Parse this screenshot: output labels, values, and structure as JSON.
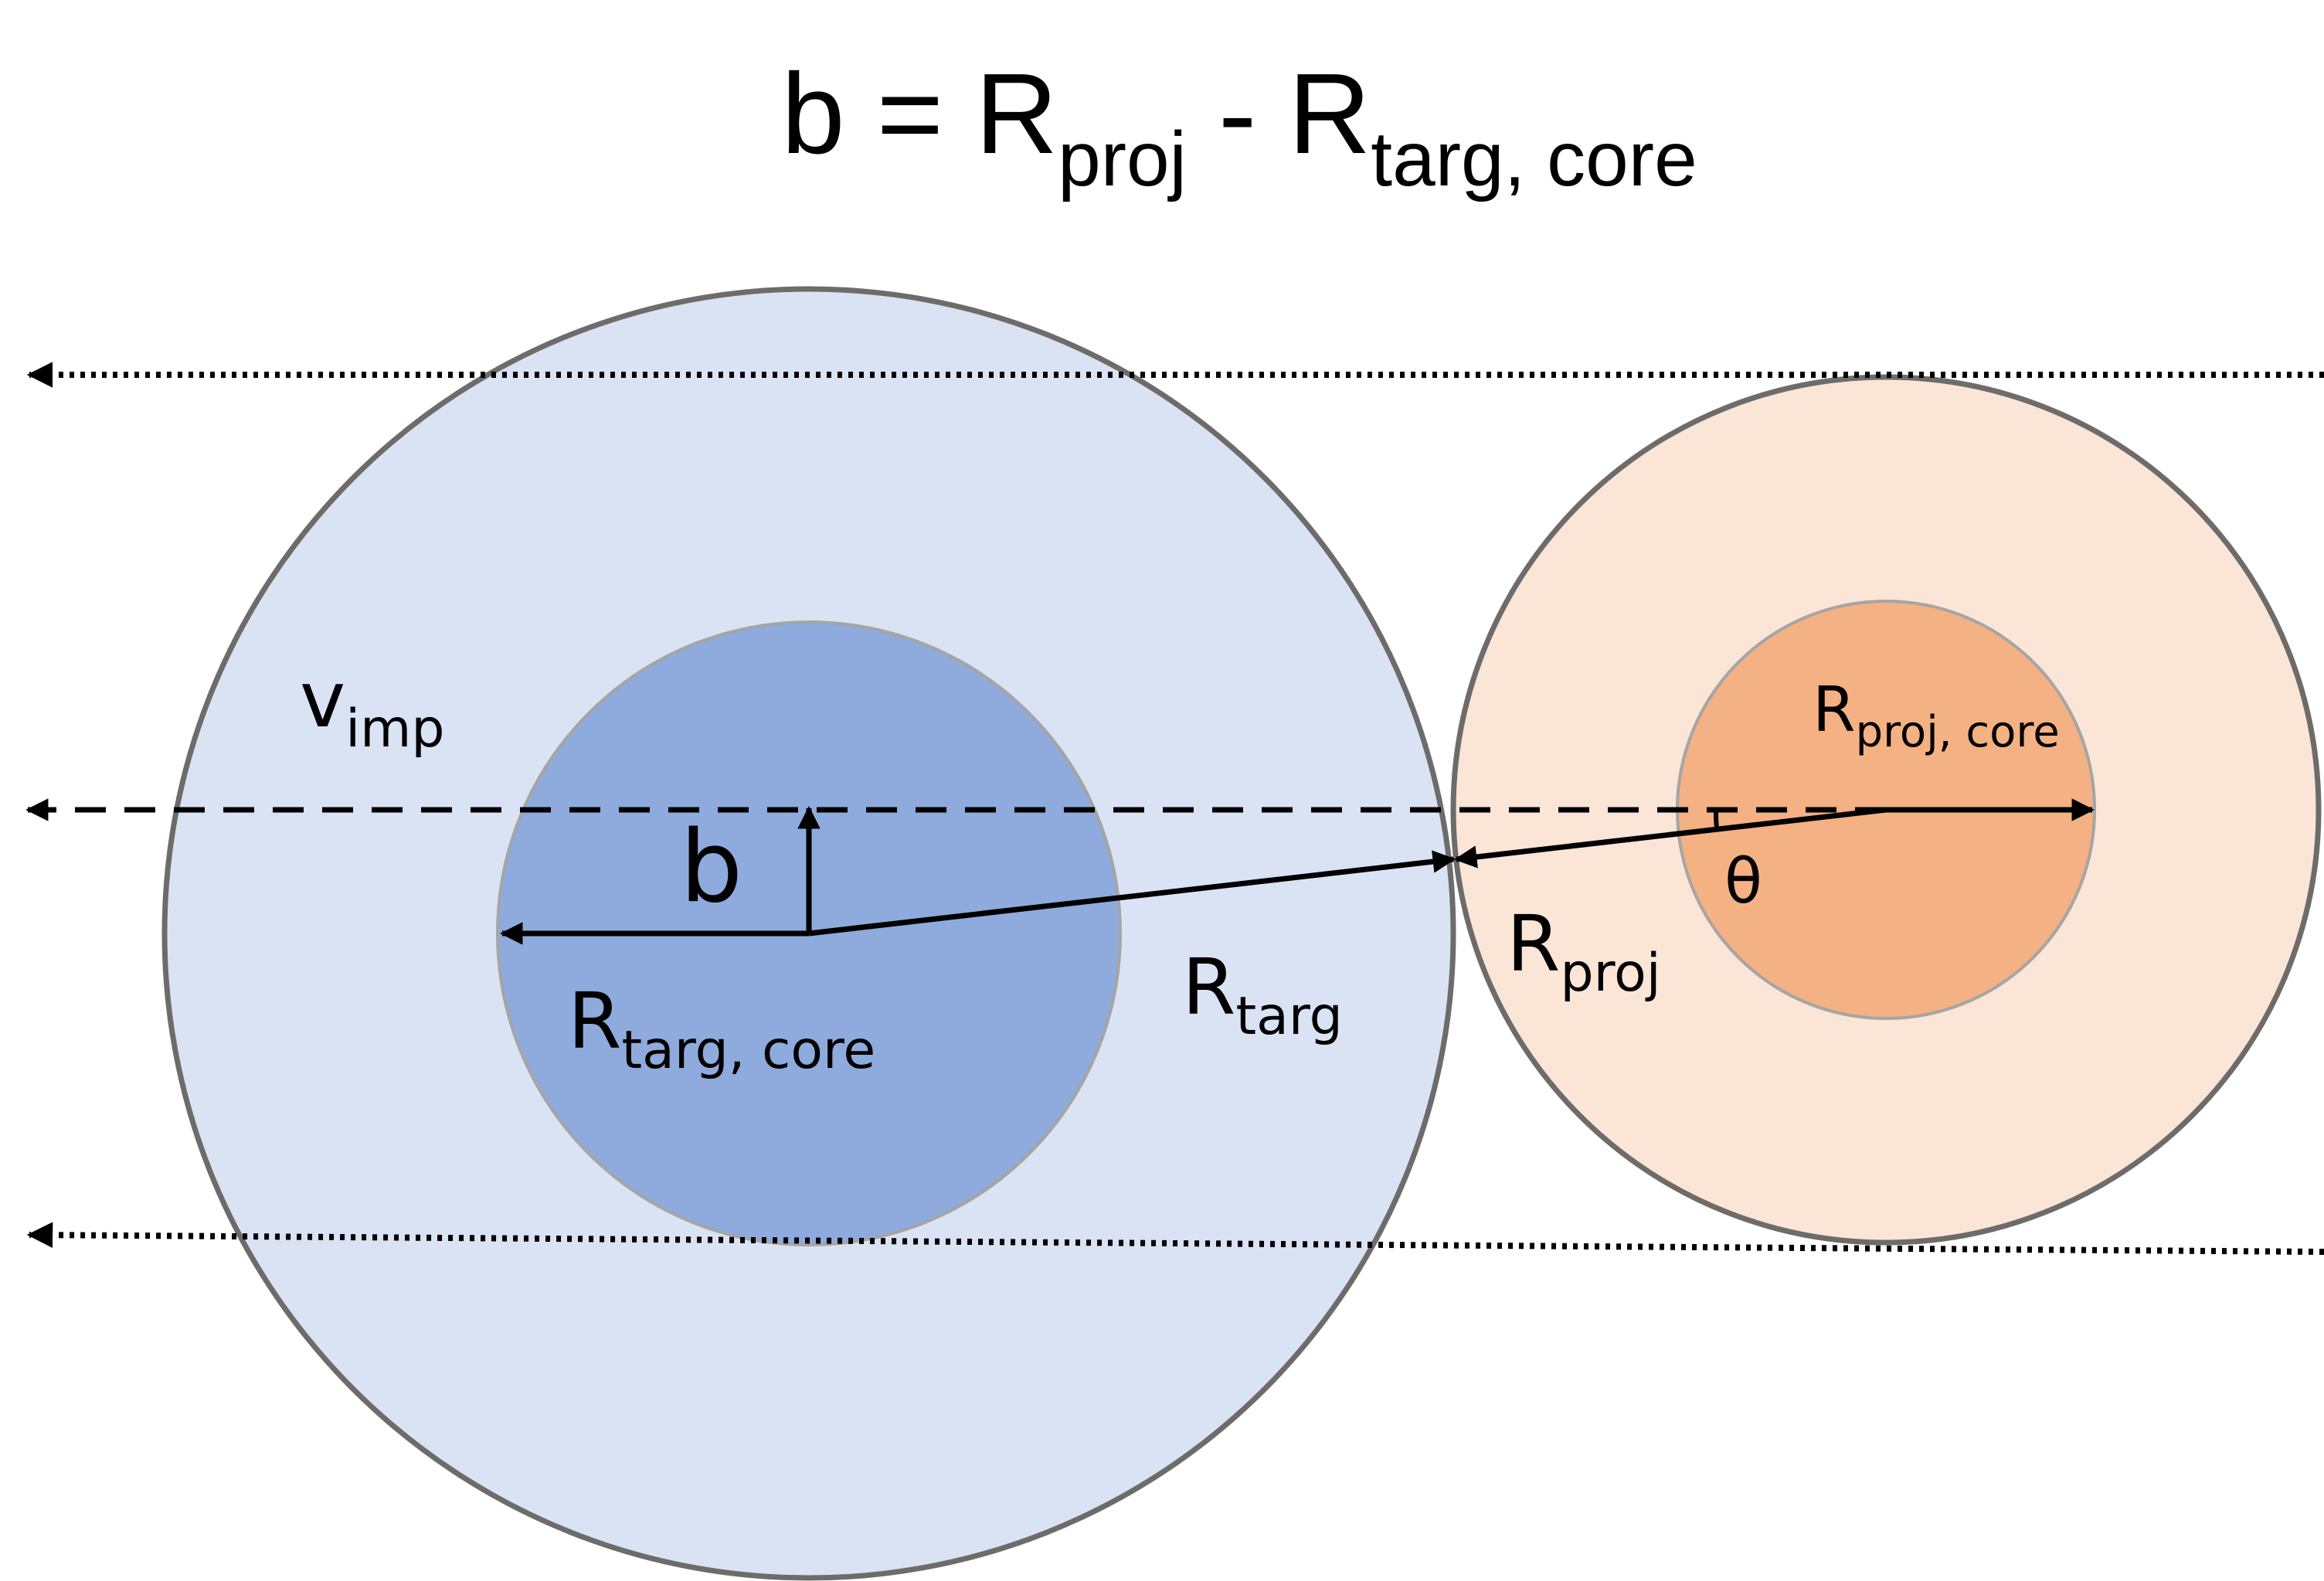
{
  "equation": {
    "lhs": "b = R",
    "sub1": "proj",
    "mid": " - R",
    "sub2": "targ, core"
  },
  "labels": {
    "v_imp": {
      "base": "v",
      "sub": "imp"
    },
    "b": "b",
    "theta": "θ",
    "r_targ_core": {
      "base": "R",
      "sub": "targ, core"
    },
    "r_targ": {
      "base": "R",
      "sub": "targ"
    },
    "r_proj": {
      "base": "R",
      "sub": "proj"
    },
    "r_proj_core": {
      "base": "R",
      "sub": "proj, core"
    }
  },
  "colors": {
    "target_mantle": "#dae3f3",
    "target_core": "#8faadc",
    "projectile_mantle": "#fbe5d6",
    "projectile_core": "#f4b183",
    "outline": "#6e6b6b",
    "core_outline": "#a5a5a5",
    "line": "#000000"
  }
}
